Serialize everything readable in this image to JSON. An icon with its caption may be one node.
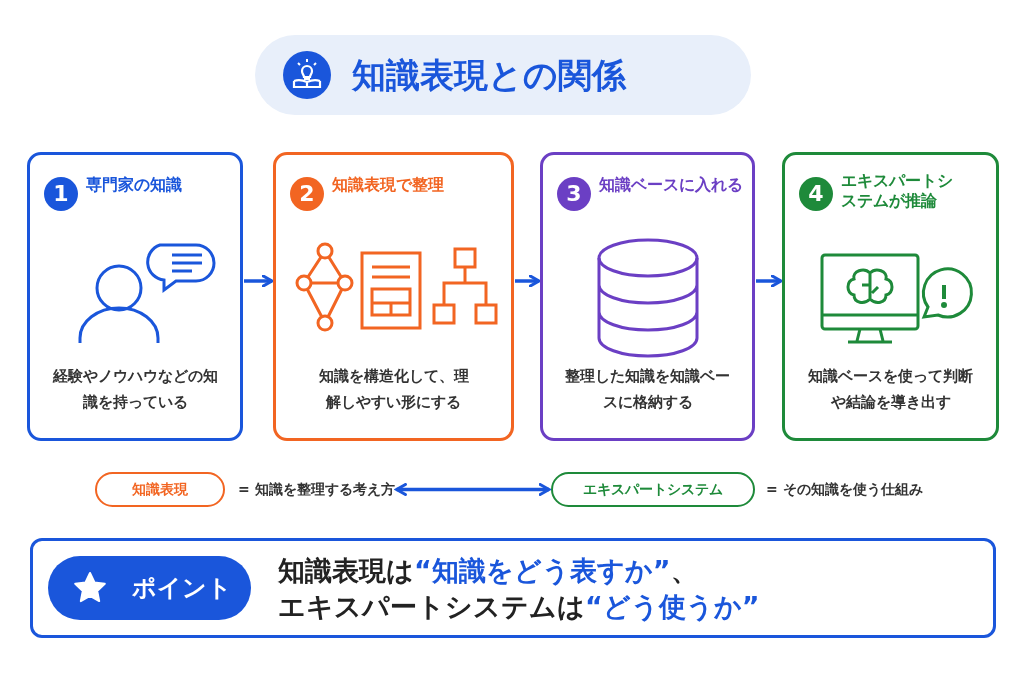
{
  "diagram": {
    "title": "知識表現との関係",
    "nodes": [
      {
        "text": [
          "1",
          "専門家の知識",
          "経験やノウハウなどの知識を持っている"
        ]
      },
      {
        "text": [
          "2",
          "知識表現で整理",
          "知識を構造化して、理解しやすい形にする"
        ]
      },
      {
        "text": [
          "3",
          "知識ベースに入れる",
          "整理した知識を知識ベースに格納する"
        ]
      },
      {
        "text": [
          "4",
          "エキスパートシステムが推論",
          "知識ベースを使って判断や結論を導き出す"
        ]
      },
      {
        "text": [
          "知識表現"
        ],
        "beside": [
          "= 知識を整理する考え方"
        ]
      },
      {
        "text": [
          "エキスパートシステム"
        ],
        "beside": [
          "= その知識を使う仕組み"
        ]
      },
      {
        "text": [
          "知識表現は**“知識をどう表すか”**、エキスパートシステムは**“どう使うか”**"
        ]
      },
      {
        "text": [
          "ポイント"
        ],
        "in": 6
      }
    ],
    "edges": [
      {
        "from": 0,
        "to": 1,
        "arrow": "to"
      },
      {
        "from": 1,
        "to": 2,
        "arrow": "to"
      },
      {
        "from": 2,
        "to": 3,
        "arrow": "to"
      },
      {
        "from": 4,
        "to": 5,
        "arrow": "both"
      }
    ]
  }
}
